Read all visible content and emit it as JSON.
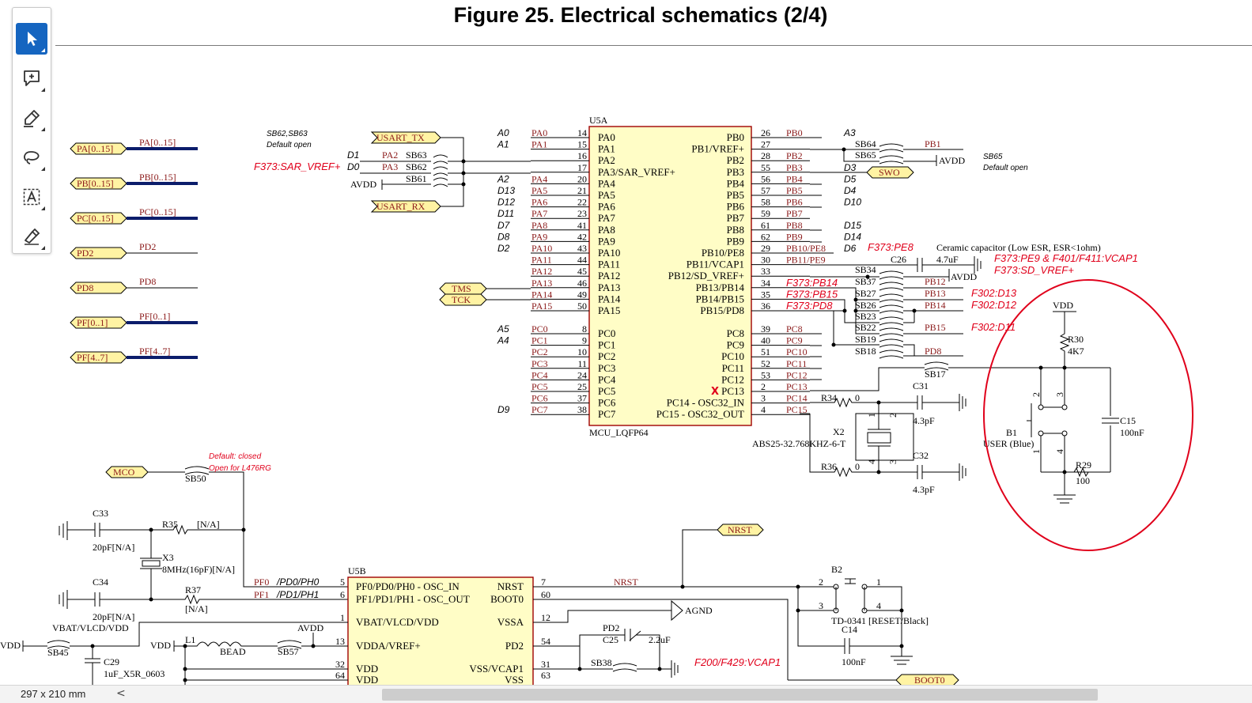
{
  "title": "Figure 25. Electrical schematics (2/4)",
  "toolbar": {
    "tools": [
      {
        "name": "select",
        "icon": "cursor-arrow-icon",
        "active": true
      },
      {
        "name": "comment",
        "icon": "comment-plus-icon",
        "active": false
      },
      {
        "name": "highlight",
        "icon": "highlighter-pen-icon",
        "active": false
      },
      {
        "name": "lasso",
        "icon": "lasso-icon",
        "active": false
      },
      {
        "name": "text-select",
        "icon": "text-box-icon",
        "active": false
      },
      {
        "name": "sign",
        "icon": "pen-sign-icon",
        "active": false
      }
    ]
  },
  "status": {
    "page_size": "297 x 210 mm",
    "prev": "<"
  },
  "colors": {
    "accent": "#1565c0",
    "annotation": "#e0001b",
    "net": "#8b1a1a",
    "bus": "#0b1d6b",
    "port_fill": "#fff3a3",
    "chip_fill": "#fffdc6"
  },
  "buses": [
    {
      "port": "PA[0..15]",
      "net": "PA[0..15]"
    },
    {
      "port": "PB[0..15]",
      "net": "PB[0..15]"
    },
    {
      "port": "PC[0..15]",
      "net": "PC[0..15]"
    },
    {
      "port": "PD2",
      "net": "PD2"
    },
    {
      "port": "PD8",
      "net": "PD8"
    },
    {
      "port": "PF[0..1]",
      "net": "PF[0..1]"
    },
    {
      "port": "PF[4..7]",
      "net": "PF[4..7]"
    }
  ],
  "notes": {
    "sb62_63": "SB62,SB63",
    "sb62_63_state": "Default open",
    "sb65": "SB65",
    "sb65_state": "Default open",
    "sb50_a": "Default: closed",
    "sb50_b": "Open for L476RG",
    "ceramic": "Ceramic capacitor (Low ESR, ESR<1ohm)"
  },
  "u5a": {
    "ref": "U5A",
    "part": "MCU_LQFP64",
    "left": [
      {
        "num": "14",
        "pin": "PA0",
        "net": "PA0",
        "ard": "A0"
      },
      {
        "num": "15",
        "pin": "PA1",
        "net": "PA1",
        "ard": "A1"
      },
      {
        "num": "16",
        "pin": "PA2",
        "net": "",
        "ard": ""
      },
      {
        "num": "17",
        "pin": "PA3/SAR_VREF+",
        "net": "",
        "ard": ""
      },
      {
        "num": "20",
        "pin": "PA4",
        "net": "PA4",
        "ard": "A2"
      },
      {
        "num": "21",
        "pin": "PA5",
        "net": "PA5",
        "ard": "D13"
      },
      {
        "num": "22",
        "pin": "PA6",
        "net": "PA6",
        "ard": "D12"
      },
      {
        "num": "23",
        "pin": "PA7",
        "net": "PA7",
        "ard": "D11"
      },
      {
        "num": "41",
        "pin": "PA8",
        "net": "PA8",
        "ard": "D7"
      },
      {
        "num": "42",
        "pin": "PA9",
        "net": "PA9",
        "ard": "D8"
      },
      {
        "num": "43",
        "pin": "PA10",
        "net": "PA10",
        "ard": "D2"
      },
      {
        "num": "44",
        "pin": "PA11",
        "net": "PA11",
        "ard": ""
      },
      {
        "num": "45",
        "pin": "PA12",
        "net": "PA12",
        "ard": ""
      },
      {
        "num": "46",
        "pin": "PA13",
        "net": "PA13",
        "ard": ""
      },
      {
        "num": "49",
        "pin": "PA14",
        "net": "PA14",
        "ard": ""
      },
      {
        "num": "50",
        "pin": "PA15",
        "net": "PA15",
        "ard": ""
      },
      {
        "num": "8",
        "pin": "PC0",
        "net": "PC0",
        "ard": "A5"
      },
      {
        "num": "9",
        "pin": "PC1",
        "net": "PC1",
        "ard": "A4"
      },
      {
        "num": "10",
        "pin": "PC2",
        "net": "PC2",
        "ard": ""
      },
      {
        "num": "11",
        "pin": "PC3",
        "net": "PC3",
        "ard": ""
      },
      {
        "num": "24",
        "pin": "PC4",
        "net": "PC4",
        "ard": ""
      },
      {
        "num": "25",
        "pin": "PC5",
        "net": "PC5",
        "ard": ""
      },
      {
        "num": "37",
        "pin": "PC6",
        "net": "PC6",
        "ard": ""
      },
      {
        "num": "38",
        "pin": "PC7",
        "net": "PC7",
        "ard": "D9"
      }
    ],
    "right": [
      {
        "num": "26",
        "pin": "PB0",
        "net": "PB0",
        "ard": "A3",
        "alt": ""
      },
      {
        "num": "27",
        "pin": "PB1/VREF+",
        "net": "",
        "ard": "",
        "alt": ""
      },
      {
        "num": "28",
        "pin": "PB2",
        "net": "PB2",
        "ard": "",
        "alt": ""
      },
      {
        "num": "55",
        "pin": "PB3",
        "net": "PB3",
        "ard": "D3",
        "alt": ""
      },
      {
        "num": "56",
        "pin": "PB4",
        "net": "PB4",
        "ard": "D5",
        "alt": ""
      },
      {
        "num": "57",
        "pin": "PB5",
        "net": "PB5",
        "ard": "D4",
        "alt": ""
      },
      {
        "num": "58",
        "pin": "PB6",
        "net": "PB6",
        "ard": "D10",
        "alt": ""
      },
      {
        "num": "59",
        "pin": "PB7",
        "net": "PB7",
        "ard": "",
        "alt": ""
      },
      {
        "num": "61",
        "pin": "PB8",
        "net": "PB8",
        "ard": "D15",
        "alt": ""
      },
      {
        "num": "62",
        "pin": "PB9",
        "net": "PB9",
        "ard": "D14",
        "alt": ""
      },
      {
        "num": "29",
        "pin": "PB10/PE8",
        "net": "PB10/PE8",
        "ard": "D6",
        "alt": "F373:PE8"
      },
      {
        "num": "30",
        "pin": "PB11/VCAP1",
        "net": "PB11/PE9",
        "ard": "",
        "alt": ""
      },
      {
        "num": "33",
        "pin": "PB12/SD_VREF+",
        "net": "",
        "ard": "",
        "alt": ""
      },
      {
        "num": "34",
        "pin": "PB13/PB14",
        "net": "F373:PB14",
        "ard": "",
        "alt": ""
      },
      {
        "num": "35",
        "pin": "PB14/PB15",
        "net": "F373:PB15",
        "ard": "",
        "alt": ""
      },
      {
        "num": "36",
        "pin": "PB15/PD8",
        "net": "F373:PD8",
        "ard": "",
        "alt": ""
      },
      {
        "num": "39",
        "pin": "PC8",
        "net": "PC8",
        "ard": "",
        "alt": ""
      },
      {
        "num": "40",
        "pin": "PC9",
        "net": "PC9",
        "ard": "",
        "alt": ""
      },
      {
        "num": "51",
        "pin": "PC10",
        "net": "PC10",
        "ard": "",
        "alt": ""
      },
      {
        "num": "52",
        "pin": "PC11",
        "net": "PC11",
        "ard": "",
        "alt": ""
      },
      {
        "num": "53",
        "pin": "PC12",
        "net": "PC12",
        "ard": "",
        "alt": ""
      },
      {
        "num": "2",
        "pin": "PC13",
        "net": "PC13",
        "ard": "",
        "alt": ""
      },
      {
        "num": "3",
        "pin": "PC14 - OSC32_IN",
        "net": "PC14",
        "ard": "",
        "alt": ""
      },
      {
        "num": "4",
        "pin": "PC15 - OSC32_OUT",
        "net": "PC15",
        "ard": "",
        "alt": ""
      }
    ]
  },
  "left_nets": {
    "usart_tx": "USART_TX",
    "usart_rx": "USART_RX",
    "tms": "TMS",
    "tck": "TCK",
    "avdd": "AVDD",
    "sb63": "SB63",
    "sb62": "SB62",
    "sb61": "SB61",
    "pa2": "PA2",
    "pa3": "PA3",
    "d1": "D1",
    "d0": "D0",
    "f373_sar": "F373:SAR_VREF+"
  },
  "right_nets": {
    "sb64": "SB64",
    "pb1": "PB1",
    "sb65": "SB65",
    "avdd": "AVDD",
    "swo": "SWO",
    "c26": "C26",
    "c26_val": "4.7uF",
    "avdd2": "AVDD",
    "f373_pe9": "F373:PE9 & F401/F411:VCAP1",
    "f373_sd": "F373:SD_VREF+",
    "sb34": "SB34",
    "sb37": "SB37",
    "pb12": "PB12",
    "sb27": "SB27",
    "pb13": "PB13",
    "sb26": "SB26",
    "pb14": "PB14",
    "sb23": "SB23",
    "sb22": "SB22",
    "pb15": "PB15",
    "sb19": "SB19",
    "sb18": "SB18",
    "pd8": "PD8",
    "sb17": "SB17",
    "f302_d13": "F302:D13",
    "f302_d12": "F302:D12",
    "f302_d11": "F302:D11",
    "x_mark": "X"
  },
  "osc32": {
    "r34": "R34",
    "r34_val": "0",
    "r36": "R36",
    "r36_val": "0",
    "c31": "C31",
    "c31_val": "4.3pF",
    "c32": "C32",
    "c32_val": "4.3pF",
    "x2": "X2",
    "x2_part": "ABS25-32.768KHZ-6-T",
    "p1": "1",
    "p2": "2",
    "p3": "3",
    "p4": "4"
  },
  "user_button": {
    "vdd": "VDD",
    "r30": "R30",
    "r30_val": "4K7",
    "b1": "B1",
    "b1_desc": "USER (Blue)",
    "c15": "C15",
    "c15_val": "100nF",
    "r29": "R29",
    "r29_val": "100",
    "p1": "1",
    "p2": "2",
    "p3": "3",
    "p4": "4"
  },
  "mco": {
    "port": "MCO",
    "sb50": "SB50"
  },
  "hse": {
    "c33": "C33",
    "c33_val": "20pF[N/A]",
    "c34": "C34",
    "c34_val": "20pF[N/A]",
    "r35": "R35",
    "r35_val": "[N/A]",
    "r37": "R37",
    "r37_val": "[N/A]",
    "x3": "X3",
    "x3_val": "8MHz(16pF)[N/A]"
  },
  "u5b": {
    "ref": "U5B",
    "left": [
      {
        "net": "PF0",
        "alt": "/PD0/PH0",
        "num": "5",
        "pin": "PF0/PD0/PH0 - OSC_IN"
      },
      {
        "net": "PF1",
        "alt": "/PD1/PH1",
        "num": "6",
        "pin": "PF1/PD1/PH1 - OSC_OUT"
      },
      {
        "net": "",
        "alt": "",
        "num": "1",
        "pin": "VBAT/VLCD/VDD"
      },
      {
        "net": "",
        "alt": "",
        "num": "13",
        "pin": "VDDA/VREF+"
      },
      {
        "net": "",
        "alt": "",
        "num": "32",
        "pin": "VDD"
      },
      {
        "net": "",
        "alt": "",
        "num": "64",
        "pin": "VDD"
      }
    ],
    "right": [
      {
        "pin": "NRST",
        "num": "7"
      },
      {
        "pin": "BOOT0",
        "num": "60"
      },
      {
        "pin": "VSSA",
        "num": "12"
      },
      {
        "pin": "PD2",
        "num": "54"
      },
      {
        "pin": "VSS/VCAP1",
        "num": "31"
      },
      {
        "pin": "VSS",
        "num": "63"
      }
    ]
  },
  "power": {
    "vbat": "VBAT/VLCD/VDD",
    "vdd_l": "VDD",
    "sb45": "SB45",
    "c29": "C29",
    "c29_val": "1uF_X5R_0603",
    "vdd2": "VDD",
    "l1": "L1",
    "bead": "BEAD",
    "sb57": "SB57",
    "avdd": "AVDD"
  },
  "bottom_right": {
    "nrst_port": "NRST",
    "nrst_net": "NRST",
    "agnd": "AGND",
    "pd2": "PD2",
    "c25": "C25",
    "c25_val": "2.2uF",
    "sb38": "SB38",
    "f200": "F200/F429:VCAP1",
    "b2": "B2",
    "b2_part": "TD-0341 [RESET/Black]",
    "c14": "C14",
    "c14_val": "100nF",
    "boot0": "BOOT0",
    "p1": "1",
    "p2": "2",
    "p3": "3",
    "p4": "4"
  }
}
